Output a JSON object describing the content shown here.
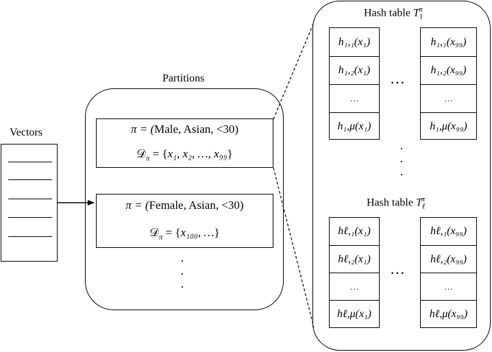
{
  "vectors": {
    "label": "Vectors",
    "line_count": 5
  },
  "partitions": {
    "label": "Partitions",
    "items": [
      {
        "pi_prefix": "π = (",
        "pi_values": "Male, Asian, <30",
        "pi_suffix": ")",
        "d_prefix": "𝒟",
        "d_sub": "π",
        "d_eq": " = {",
        "d_body": "x₁, x₂, …, x₉₉",
        "d_suffix": "}"
      },
      {
        "pi_prefix": "π = (",
        "pi_values": "Female, Asian, <30",
        "pi_suffix": ")",
        "d_prefix": "𝒟",
        "d_sub": "π",
        "d_eq": " = {",
        "d_body": "x₁₀₀, …",
        "d_suffix": "}"
      }
    ],
    "more": "⋮"
  },
  "hash_tables": [
    {
      "title_text": "Hash table ",
      "title_sym": "T",
      "title_sub": "1",
      "title_sup": "π",
      "left_col": [
        "h₁,₁(x₁)",
        "h₁,₂(x₁)",
        "…",
        "h₁,μ(x₁)"
      ],
      "right_col": [
        "h₁,₁(x₉₉)",
        "h₁,₂(x₉₉)",
        "…",
        "h₁,μ(x₉₉)"
      ],
      "between": "…"
    },
    {
      "title_text": "Hash table ",
      "title_sym": "T",
      "title_sub": "ℓ",
      "title_sup": "π",
      "left_col": [
        "hℓ,₁(x₁)",
        "hℓ,₂(x₁)",
        "…",
        "hℓ,μ(x₁)"
      ],
      "right_col": [
        "hℓ,₁(x₉₉)",
        "hℓ,₂(x₉₉)",
        "…",
        "hℓ,μ(x₉₉)"
      ],
      "between": "…"
    }
  ],
  "tables_more": "⋮"
}
